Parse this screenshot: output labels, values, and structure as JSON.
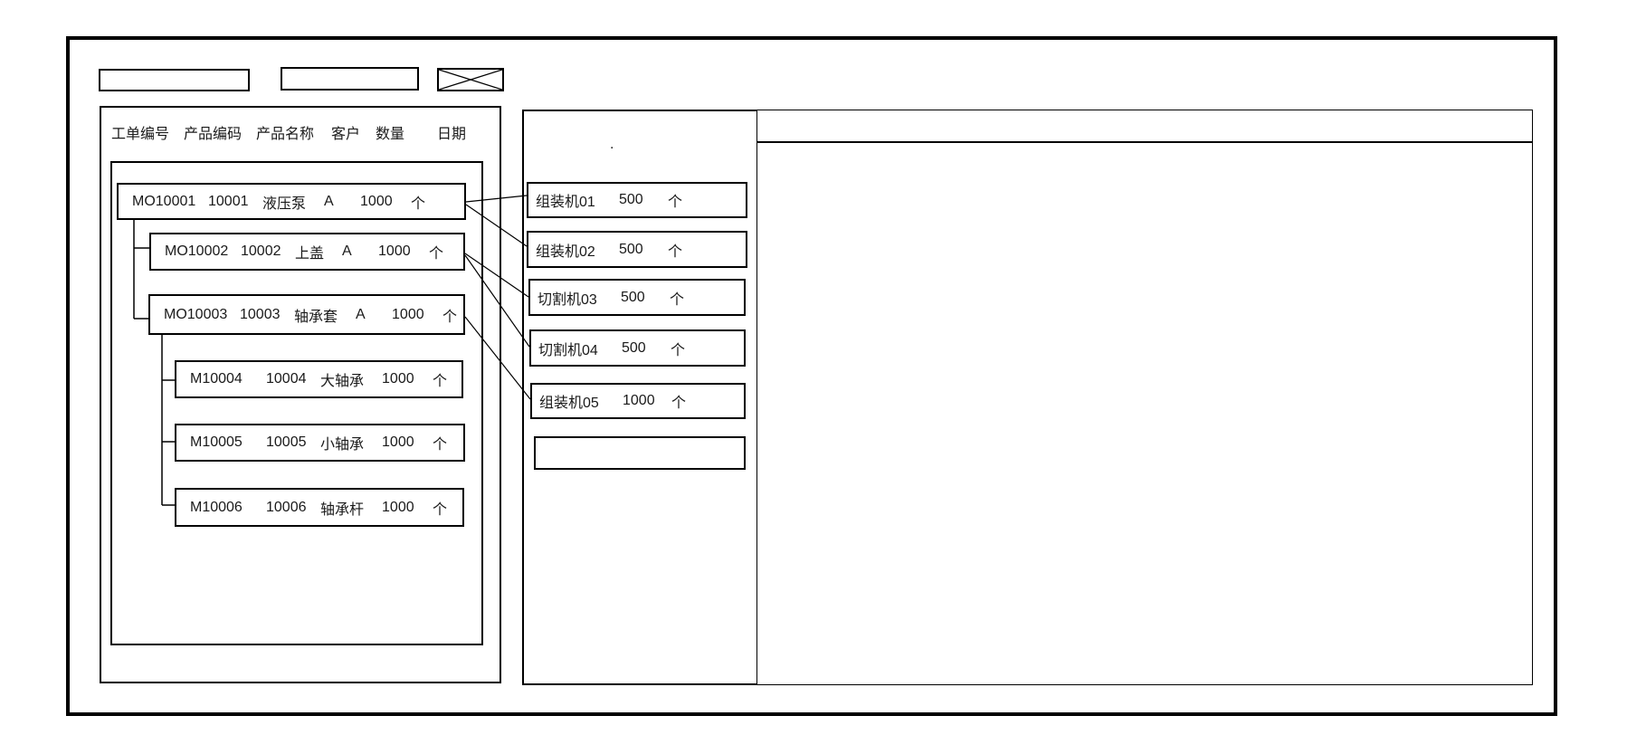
{
  "colors": {
    "stroke": "#000000",
    "background": "#ffffff",
    "text": "#1a1a1a"
  },
  "toolbar": {
    "field1_value": "",
    "field2_value": ""
  },
  "left_panel": {
    "headers": [
      "工单编号",
      "产品编码",
      "产品名称",
      "客户",
      "数量",
      "日期"
    ],
    "rows": [
      {
        "id": "MO10001",
        "code": "10001",
        "product": "液压泵",
        "customer": "A",
        "qty": "1000",
        "unit": "个",
        "level": 1
      },
      {
        "id": "MO10002",
        "code": "10002",
        "product": "上盖",
        "customer": "A",
        "qty": "1000",
        "unit": "个",
        "level": 2
      },
      {
        "id": "MO10003",
        "code": "10003",
        "product": "轴承套",
        "customer": "A",
        "qty": "1000",
        "unit": "个",
        "level": 2
      },
      {
        "id": "M10004",
        "code": "10004",
        "product": "大轴承",
        "customer": "",
        "qty": "1000",
        "unit": "个",
        "level": 3
      },
      {
        "id": "M10005",
        "code": "10005",
        "product": "小轴承",
        "customer": "",
        "qty": "1000",
        "unit": "个",
        "level": 3
      },
      {
        "id": "M10006",
        "code": "10006",
        "product": "轴承杆",
        "customer": "",
        "qty": "1000",
        "unit": "个",
        "level": 3
      }
    ]
  },
  "middle_panel": {
    "stray_dot": ".",
    "machines": [
      {
        "name": "组装机01",
        "qty": "500",
        "unit": "个"
      },
      {
        "name": "组装机02",
        "qty": "500",
        "unit": "个"
      },
      {
        "name": "切割机03",
        "qty": "500",
        "unit": "个"
      },
      {
        "name": "切割机04",
        "qty": "500",
        "unit": "个"
      },
      {
        "name": "组装机05",
        "qty": "1000",
        "unit": "个"
      },
      {
        "name": "",
        "qty": "",
        "unit": ""
      }
    ]
  },
  "connections": [
    {
      "from": "MO10001",
      "to": "组装机01"
    },
    {
      "from": "MO10001",
      "to": "组装机02"
    },
    {
      "from": "MO10002",
      "to": "切割机03"
    },
    {
      "from": "MO10002",
      "to": "切割机04"
    },
    {
      "from": "MO10003",
      "to": "组装机05"
    }
  ]
}
